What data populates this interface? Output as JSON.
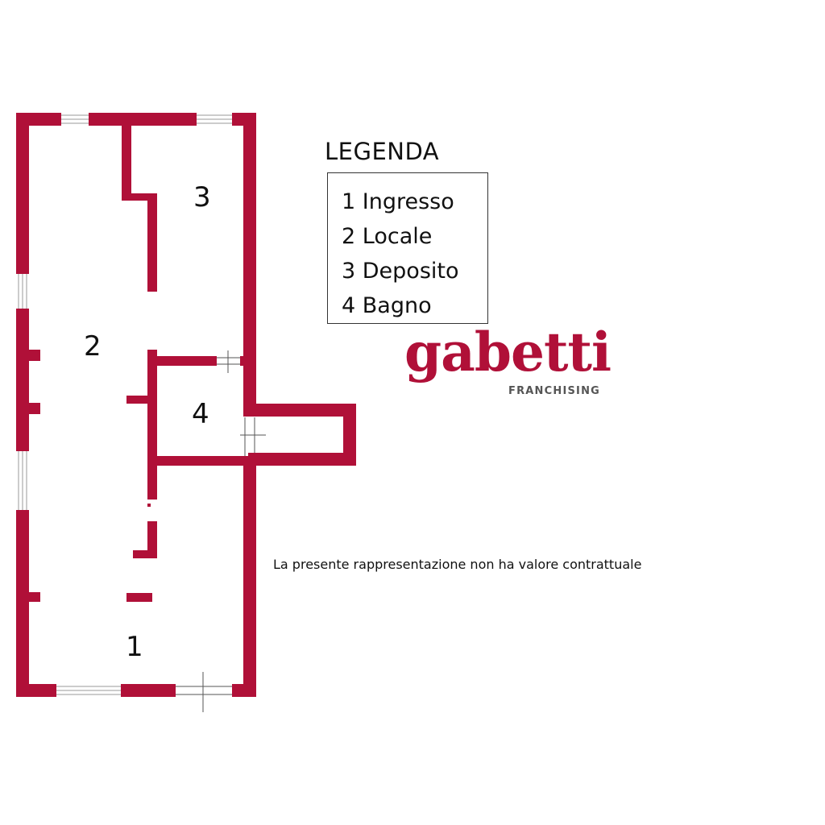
{
  "colors": {
    "wall": "#b01038",
    "brand": "#b01038"
  },
  "rooms": [
    {
      "number": "1"
    },
    {
      "number": "2"
    },
    {
      "number": "3"
    },
    {
      "number": "4"
    }
  ],
  "legend": {
    "title": "LEGENDA",
    "items": [
      "1 Ingresso",
      "2 Locale",
      "3 Deposito",
      "4 Bagno"
    ]
  },
  "brand": {
    "name": "gabetti",
    "tagline": "FRANCHISING"
  },
  "disclaimer": "La presente rappresentazione non ha valore contrattuale"
}
